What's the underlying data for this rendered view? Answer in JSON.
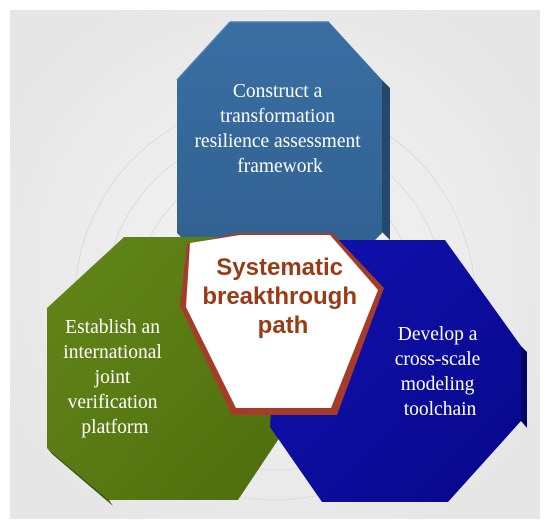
{
  "diagram": {
    "center": {
      "lines": [
        "Systematic",
        "breakthrough",
        "path"
      ]
    },
    "blocks": [
      {
        "id": "top",
        "lines": [
          "Construct a",
          "transformation",
          "resilience assessment",
          "framework"
        ]
      },
      {
        "id": "left",
        "lines": [
          "Establish an",
          "international",
          "joint",
          "verification",
          "platform"
        ]
      },
      {
        "id": "right",
        "lines": [
          "Develop a",
          "cross-scale",
          "modeling",
          "toolchain"
        ]
      }
    ]
  },
  "colors": {
    "background_panel": "#ececec",
    "top_block": "#386c9f",
    "top_block_side": "#27507a",
    "left_block": "#5a7b12",
    "left_block_side": "#3e5a09",
    "right_block": "#0b0b9c",
    "right_block_side": "#060670",
    "center_hexagon": "#ffffff",
    "center_border": "#a53c2a",
    "center_text": "#9a3b16"
  }
}
